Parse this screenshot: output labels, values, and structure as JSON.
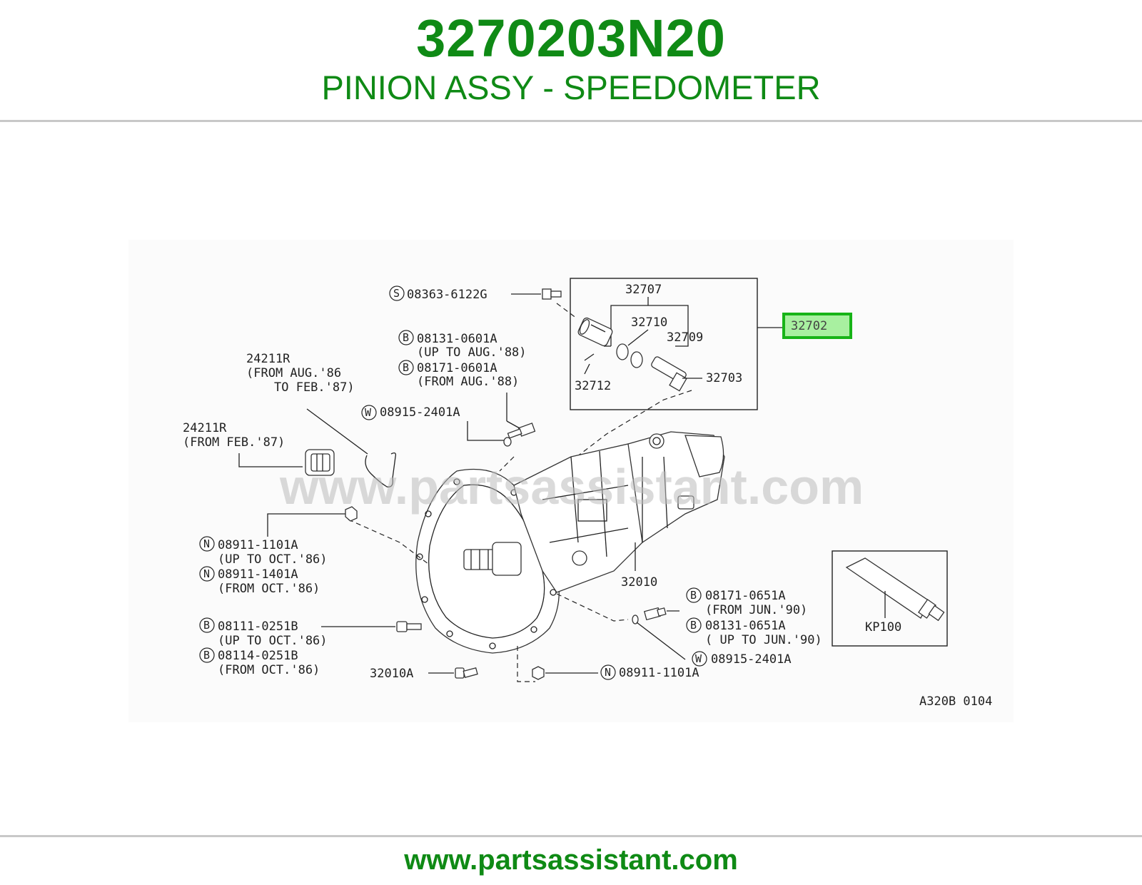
{
  "header": {
    "part_number": "3270203N20",
    "part_name": "PINION ASSY - SPEEDOMETER"
  },
  "footer": {
    "url": "www.partsassistant.com"
  },
  "watermark": "www.partsassistant.com",
  "colors": {
    "brand_green": "#0f8a15",
    "highlight_fill": "#a8f0a0",
    "highlight_border": "#17b417"
  },
  "diagram": {
    "code": "A320B 0104",
    "highlighted_part": "32702",
    "labels": {
      "s_08363": "08363-6122G",
      "b_08131_0601": "08131-0601A",
      "up_to_aug_88": "(UP TO AUG.'88)",
      "b_08171_0601": "08171-0601A",
      "from_aug_88": "(FROM AUG.'88)",
      "w_08915_top": "08915-2401A",
      "p24211r_a": "24211R",
      "from_aug_86": "(FROM AUG.'86",
      "to_feb_87": "TO FEB.'87)",
      "p24211r_b": "24211R",
      "from_feb_87": "(FROM FEB.'87)",
      "p32707": "32707",
      "p32710": "32710",
      "p32709": "32709",
      "p32712": "32712",
      "p32703": "32703",
      "n_08911_1101": "08911-1101A",
      "up_to_oct_86_a": "(UP TO OCT.'86)",
      "n_08911_1401": "08911-1401A",
      "from_oct_86_a": "(FROM OCT.'86)",
      "p32010": "32010",
      "b_08171_0651": "08171-0651A",
      "from_jun_90": "(FROM JUN.'90)",
      "b_08131_0651": "08131-0651A",
      "up_to_jun_90": "( UP TO JUN.'90)",
      "w_08915_bottom": "08915-2401A",
      "b_08111_0251": "08111-0251B",
      "up_to_oct_86_b": "(UP TO OCT.'86)",
      "b_08114_0251": "08114-0251B",
      "from_oct_86_b": "(FROM OCT.'86)",
      "p32010a": "32010A",
      "n_08911_bottom": "08911-1101A",
      "kp100": "KP100"
    },
    "circle_letters": {
      "s": "S",
      "b": "B",
      "w": "W",
      "n": "N"
    }
  }
}
